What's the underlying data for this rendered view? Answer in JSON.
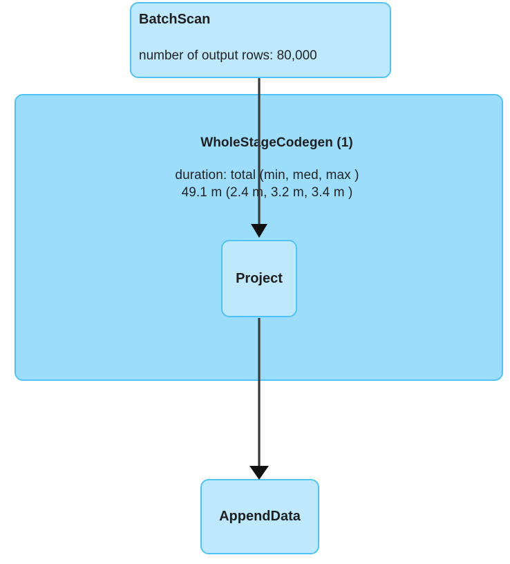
{
  "diagram": {
    "type": "spark-sql-physical-plan",
    "background_color": "#ffffff",
    "node_fill": "#BEE8FC",
    "container_fill": "#9BDDFB",
    "border_color": "#4FC3F7",
    "edge_color": "#3a3a3a",
    "text_color": "#232323"
  },
  "nodes": {
    "batchscan": {
      "title": "BatchScan",
      "metric": "number of output rows: 80,000"
    },
    "wholestagecodegen": {
      "title": "WholeStageCodegen (1)",
      "metric_header": "duration: total (min, med, max )",
      "metric_values": "49.1 m (2.4 m, 3.2 m, 3.4 m )"
    },
    "project": {
      "title": "Project"
    },
    "appenddata": {
      "title": "AppendData"
    }
  },
  "edges": [
    {
      "from": "batchscan",
      "to": "project"
    },
    {
      "from": "project",
      "to": "appenddata"
    }
  ]
}
